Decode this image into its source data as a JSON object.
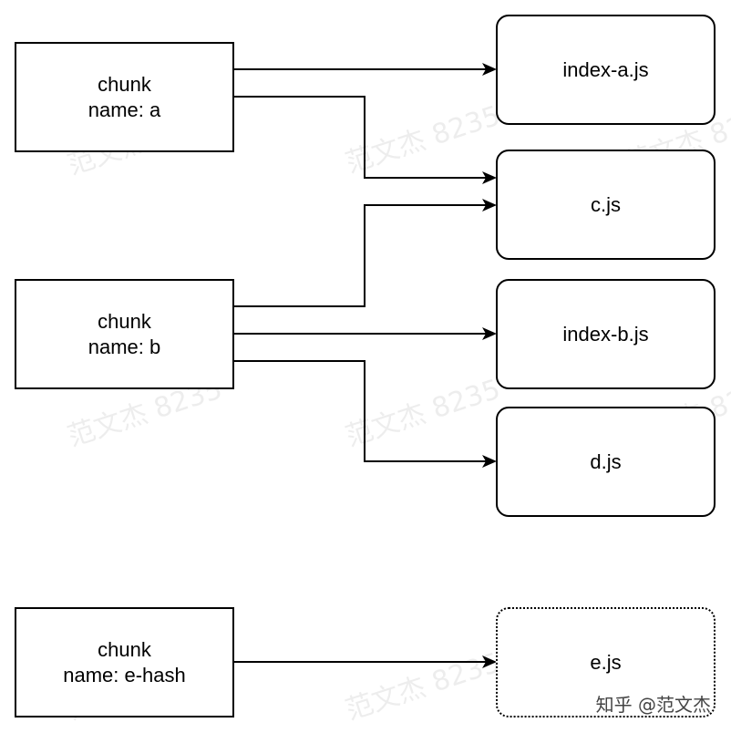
{
  "chunks": {
    "a": {
      "line1": "chunk",
      "line2": "name: a"
    },
    "b": {
      "line1": "chunk",
      "line2": "name: b"
    },
    "e": {
      "line1": "chunk",
      "line2": "name: e-hash"
    }
  },
  "files": {
    "index_a": "index-a.js",
    "c": "c.js",
    "index_b": "index-b.js",
    "d": "d.js",
    "e": "e.js"
  },
  "watermark": "范文杰 8235",
  "credit": "知乎 @范文杰",
  "colors": {
    "stroke": "#000000",
    "background": "#ffffff"
  }
}
